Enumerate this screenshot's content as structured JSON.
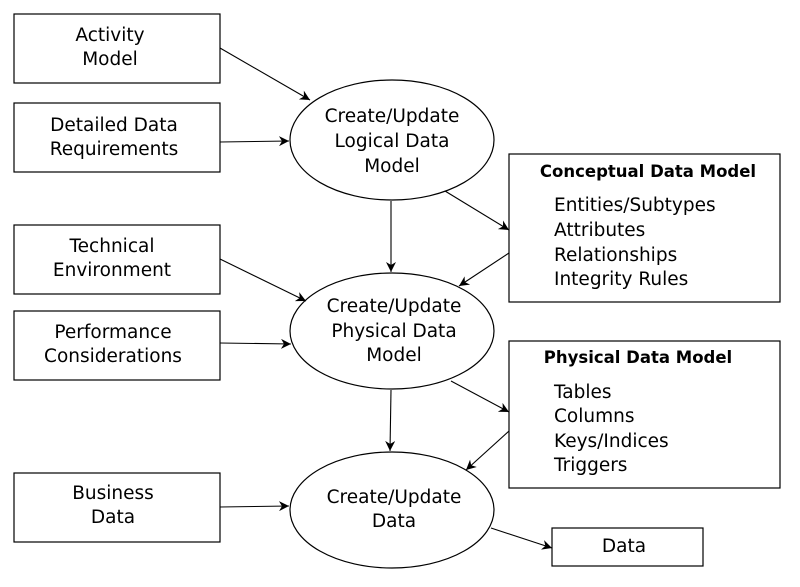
{
  "inputs": {
    "activity_model": [
      "Activity",
      "Model"
    ],
    "detailed_data_requirements": [
      "Detailed Data",
      "Requirements"
    ],
    "technical_environment": [
      "Technical",
      "Environment"
    ],
    "performance_considerations": [
      "Performance",
      "Considerations"
    ],
    "business_data": [
      "Business",
      "Data"
    ]
  },
  "processes": {
    "logical": [
      "Create/Update",
      "Logical Data",
      "Model"
    ],
    "physical": [
      "Create/Update",
      "Physical Data",
      "Model"
    ],
    "data": [
      "Create/Update",
      "Data"
    ]
  },
  "outputs": {
    "conceptual_model": {
      "title": "Conceptual Data Model",
      "items": [
        "Entities/Subtypes",
        "Attributes",
        "Relationships",
        "Integrity Rules"
      ]
    },
    "physical_model": {
      "title": "Physical Data Model",
      "items": [
        "Tables",
        "Columns",
        "Keys/Indices",
        "Triggers"
      ]
    },
    "data": "Data"
  }
}
